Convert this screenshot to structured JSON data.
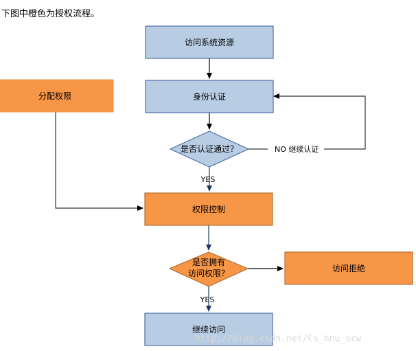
{
  "caption": "下图中橙色为授权流程。",
  "nodes": {
    "access_resource": "访问系统资源",
    "identity_auth": "身份认证",
    "auth_passed": "是否认证通过？",
    "assign_permission": "分配权限",
    "permission_control": "权限控制",
    "has_permission_line1": "是否拥有",
    "has_permission_line2": "访问权限？",
    "access_denied": "访问拒绝",
    "continue_access": "继续访问"
  },
  "edges": {
    "no_continue": "NO  继续认证",
    "yes1": "YES",
    "yes2": "YES"
  },
  "watermark": "http://blog.csdn.net/Cs_hnu_scw",
  "colors": {
    "auth_flow": "#b8cce4",
    "authorization_flow": "#f79646"
  }
}
